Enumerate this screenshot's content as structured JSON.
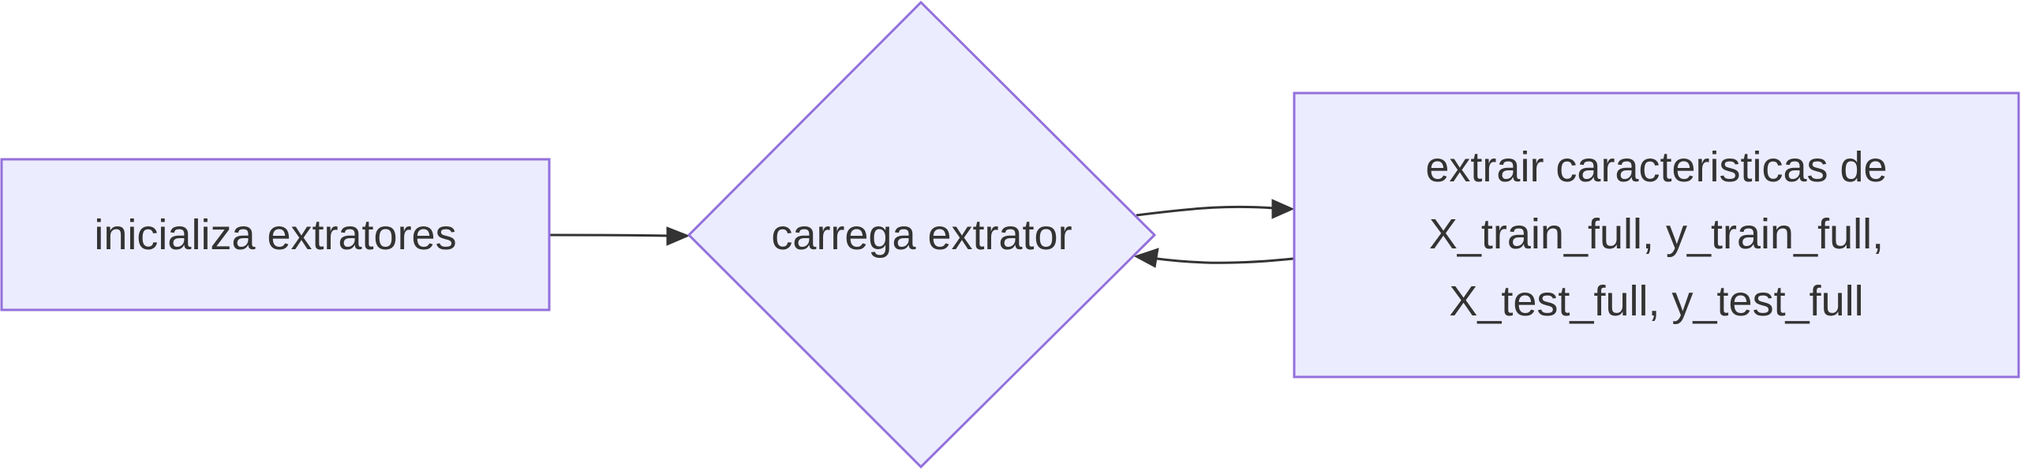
{
  "diagram": {
    "type": "flowchart",
    "colors": {
      "node_fill": "#ECECFF",
      "node_stroke": "#9370DB",
      "edge": "#333333",
      "text": "#333333",
      "background": "#FFFFFF"
    },
    "nodes": {
      "init": {
        "shape": "rectangle",
        "label": "inicializa extratores"
      },
      "load": {
        "shape": "diamond",
        "label": "carrega extrator"
      },
      "extract": {
        "shape": "rectangle",
        "lines": [
          "extrair caracteristicas de",
          "X_train_full, y_train_full,",
          "X_test_full, y_test_full"
        ]
      }
    },
    "edges": [
      {
        "from": "inicializa extratores",
        "to": "carrega extrator"
      },
      {
        "from": "carrega extrator",
        "to": "extrair caracteristicas de X_train_full, y_train_full, X_test_full, y_test_full"
      },
      {
        "from": "extrair caracteristicas de X_train_full, y_train_full, X_test_full, y_test_full",
        "to": "carrega extrator"
      }
    ]
  }
}
